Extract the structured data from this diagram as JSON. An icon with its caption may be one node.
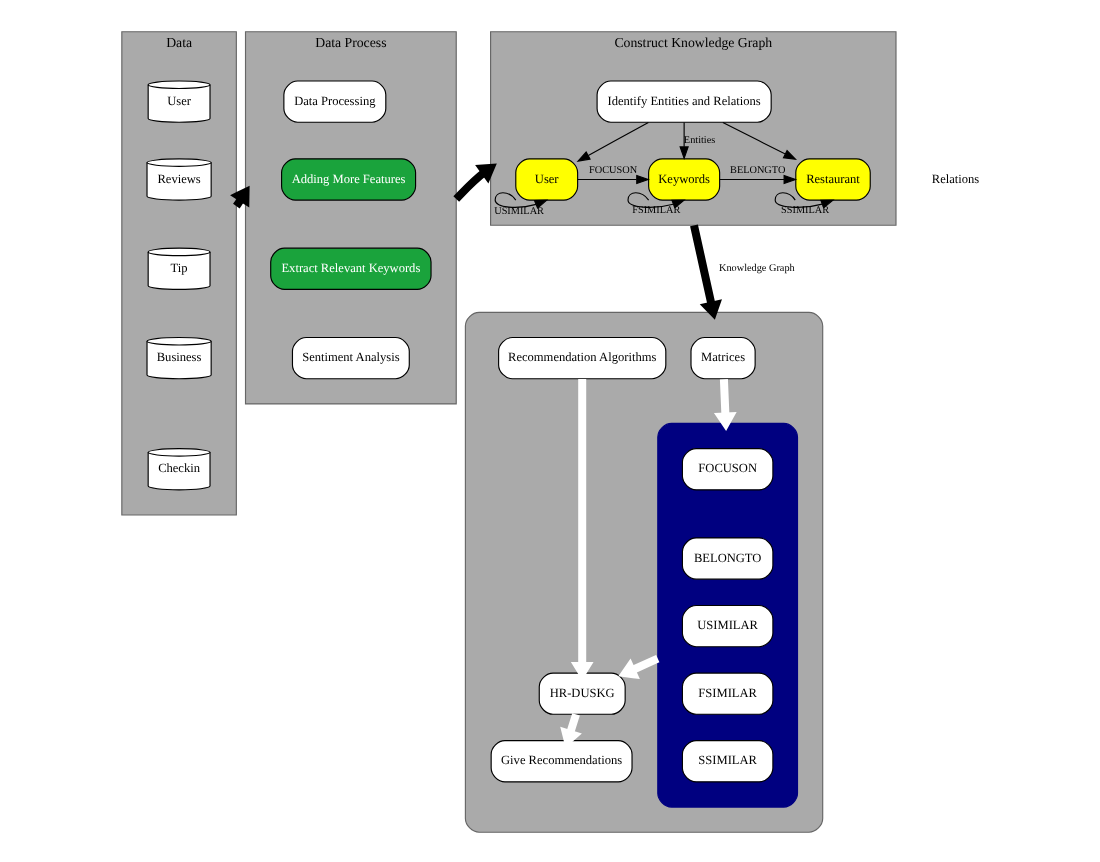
{
  "diagram": {
    "nodes": [
      {
        "text": [
          "Data"
        ]
      },
      {
        "text": [
          "User"
        ],
        "in": 0
      },
      {
        "text": [
          "Reviews"
        ],
        "in": 0
      },
      {
        "text": [
          "Tip"
        ],
        "in": 0
      },
      {
        "text": [
          "Business"
        ],
        "in": 0
      },
      {
        "text": [
          "Checkin"
        ],
        "in": 0
      },
      {
        "text": [
          "Data Process"
        ]
      },
      {
        "text": [
          "Data Processing"
        ],
        "in": 6
      },
      {
        "text": [
          "Adding More Features"
        ],
        "in": 6
      },
      {
        "text": [
          "Extract Relevant Keywords"
        ],
        "in": 6
      },
      {
        "text": [
          "Sentiment Analysis"
        ],
        "in": 6
      },
      {
        "text": [
          "Construct Knowledge Graph"
        ]
      },
      {
        "text": [
          "Identify Entities and Relations"
        ],
        "in": 11
      },
      {
        "text": [
          "User"
        ],
        "in": 11
      },
      {
        "text": [
          "Keywords"
        ],
        "in": 11
      },
      {
        "text": [
          "Restaurant"
        ],
        "in": 11
      },
      {
        "text": [],
        "shape": "box"
      },
      {
        "text": [
          "Matrices"
        ],
        "in": 16
      },
      {
        "text": [],
        "shape": "box",
        "in": 16
      },
      {
        "text": [
          "FOCUSON"
        ],
        "in": 18
      },
      {
        "text": [
          "BELONGTO"
        ],
        "in": 18
      },
      {
        "text": [
          "USIMILAR"
        ],
        "in": 18
      },
      {
        "text": [
          "FSIMILAR"
        ],
        "in": 18
      },
      {
        "text": [
          "SSIMILAR"
        ],
        "in": 18
      },
      {
        "text": [
          "Recommendation Algorithms"
        ],
        "in": 16
      },
      {
        "text": [
          "HR-DUSKG"
        ],
        "in": 16
      },
      {
        "text": [
          "Give Recommendations"
        ],
        "in": 16
      }
    ],
    "edges": [
      {
        "from": 0,
        "to": 6,
        "arrow": "to",
        "style": "thick"
      },
      {
        "from": 6,
        "to": 11,
        "arrow": "to",
        "style": "thick"
      },
      {
        "from": 12,
        "to": 13,
        "arrow": "to"
      },
      {
        "from": 12,
        "to": 14,
        "label": "Entities",
        "arrow": "to"
      },
      {
        "from": 12,
        "to": 15,
        "arrow": "to"
      },
      {
        "from": 13,
        "to": 14,
        "label": "FOCUSON",
        "arrow": "to"
      },
      {
        "from": 14,
        "to": 15,
        "label": "BELONGTO",
        "arrow": "to"
      },
      {
        "from": 13,
        "to": 13,
        "label": "USIMILAR",
        "arrow": "to"
      },
      {
        "from": 14,
        "to": 14,
        "label": "FSIMILAR",
        "arrow": "to"
      },
      {
        "from": 15,
        "to": 15,
        "label": "SSIMILAR",
        "arrow": "to"
      },
      {
        "from": 11,
        "to": 16,
        "label": "Knowledge Graph",
        "arrow": "to",
        "style": "thick"
      },
      {
        "from": 17,
        "to": 18,
        "arrow": "to",
        "style": "thick",
        "color": "#ffffff"
      },
      {
        "from": 24,
        "to": 25,
        "arrow": "to",
        "style": "thick",
        "color": "#ffffff"
      },
      {
        "from": 18,
        "to": 25,
        "arrow": "to",
        "style": "thick",
        "color": "#ffffff"
      },
      {
        "from": 25,
        "to": 26,
        "arrow": "to",
        "style": "thick",
        "color": "#ffffff"
      }
    ],
    "labels": [
      "Relations"
    ]
  }
}
